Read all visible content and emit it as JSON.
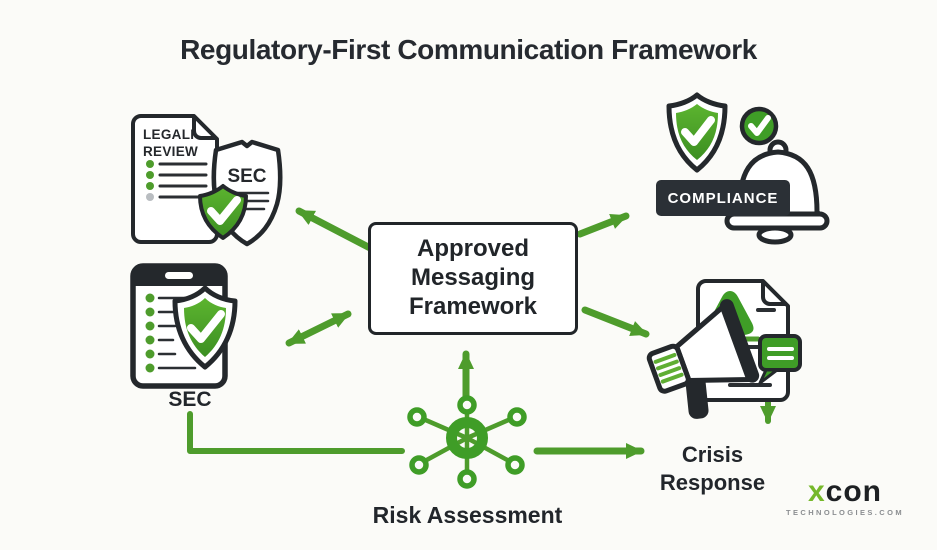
{
  "title": "Regulatory-First Communication Framework",
  "center": {
    "label": "Approved Messaging Framework"
  },
  "legal_review": {
    "line1": "LEGALI",
    "line2": "REVIEW",
    "badge": "SEC"
  },
  "compliance": {
    "label": "COMPLIANCE"
  },
  "sec_device": {
    "label": "SEC"
  },
  "risk": {
    "label": "Risk Assessment"
  },
  "crisis": {
    "label": "Crisis Response"
  },
  "logo": {
    "x": "x",
    "name": "con",
    "tagline": "TECHNOLOGIES.COM"
  },
  "icons": [
    "legal-review-document-icon",
    "sec-shield-document-icon",
    "check-shield-icon",
    "check-circle-icon",
    "bell-icon",
    "sec-device-checklist-icon",
    "risk-network-hub-icon",
    "crisis-alert-document-icon",
    "megaphone-icon",
    "speech-bubble-icon",
    "warning-triangle-icon"
  ],
  "colors": {
    "green": "#4e9c2c",
    "green_light": "#5cb42f",
    "green_dark": "#3c8f22",
    "logo_green": "#76b82a",
    "dark": "#24282c",
    "plate": "#2b3036",
    "background": "#fbfbf8"
  }
}
